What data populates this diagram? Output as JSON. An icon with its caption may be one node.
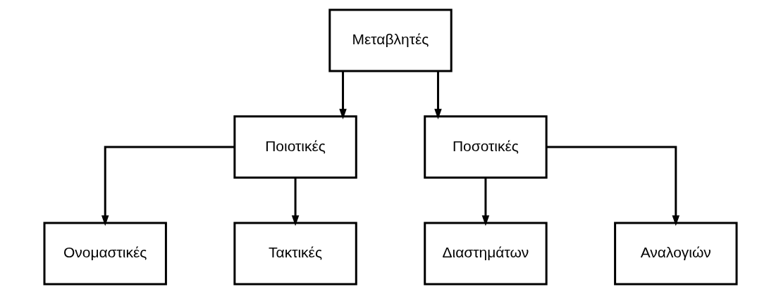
{
  "diagram": {
    "nodes": [
      {
        "text": [
          "Μεταβλητές"
        ]
      },
      {
        "text": [
          "Ποιοτικές"
        ]
      },
      {
        "text": [
          "Ποσοτικές"
        ]
      },
      {
        "text": [
          "Ονομαστικές"
        ]
      },
      {
        "text": [
          "Τακτικές"
        ]
      },
      {
        "text": [
          "Διαστημάτων"
        ]
      },
      {
        "text": [
          "Αναλογιών"
        ]
      }
    ],
    "edges": [
      {
        "from": 0,
        "to": 1,
        "arrow": "to"
      },
      {
        "from": 0,
        "to": 2,
        "arrow": "to"
      },
      {
        "from": 1,
        "to": 3,
        "arrow": "to"
      },
      {
        "from": 1,
        "to": 4,
        "arrow": "to"
      },
      {
        "from": 2,
        "to": 5,
        "arrow": "to"
      },
      {
        "from": 2,
        "to": 6,
        "arrow": "to"
      }
    ]
  }
}
